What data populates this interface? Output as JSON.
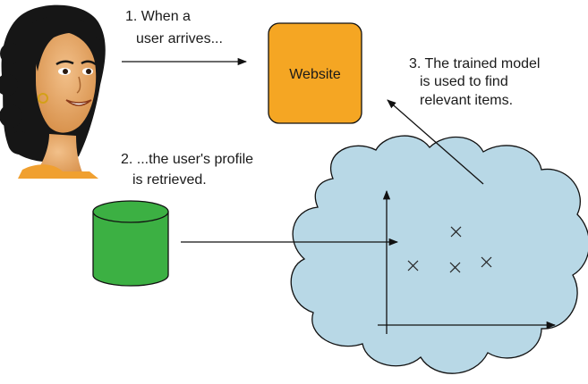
{
  "step1": {
    "line1": "1. When a",
    "line2": "user arrives..."
  },
  "website": {
    "label": "Website",
    "color": "#f5a623"
  },
  "step3": {
    "line1": "3. The trained model",
    "line2": "is used to find",
    "line3": "relevant items."
  },
  "step2": {
    "line1": "2. ...the user's profile",
    "line2": "is retrieved."
  },
  "database": {
    "color": "#3cb043"
  },
  "cloud": {
    "color": "#b8d8e6"
  },
  "scatter_points": 4
}
